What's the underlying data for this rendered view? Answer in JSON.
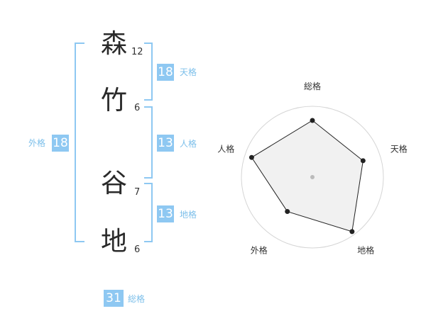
{
  "name": {
    "chars": [
      {
        "char": "森",
        "strokes": "12"
      },
      {
        "char": "竹",
        "strokes": "6"
      },
      {
        "char": "谷",
        "strokes": "7"
      },
      {
        "char": "地",
        "strokes": "6"
      }
    ]
  },
  "fortunes": {
    "tenkaku": {
      "value": "18",
      "label": "天格"
    },
    "jinkaku": {
      "value": "13",
      "label": "人格"
    },
    "chikaku": {
      "value": "13",
      "label": "地格"
    },
    "gaikaku": {
      "value": "18",
      "label": "外格"
    },
    "soukaku": {
      "value": "31",
      "label": "総格"
    }
  },
  "colors": {
    "accent": "#8ec8f2",
    "accent_text": "#7cbfea",
    "radar_fill": "#efefef",
    "radar_line": "#222222"
  },
  "chart_data": {
    "type": "radar",
    "axes": [
      "総格",
      "天格",
      "地格",
      "外格",
      "人格"
    ],
    "values": [
      0.8,
      0.75,
      0.95,
      0.6,
      0.9
    ],
    "rings": 5
  }
}
